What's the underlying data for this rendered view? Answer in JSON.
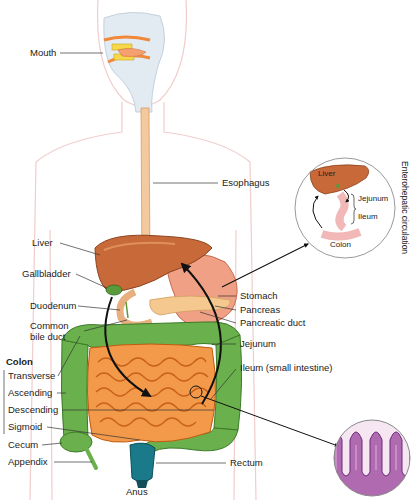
{
  "diagram": {
    "nodes": [
      {
        "text": [
          "Enterohepatic circulation",
          "Liver",
          "Jejunum",
          "Ileum",
          "Colon"
        ]
      }
    ],
    "labels": [
      "Mouth",
      "Esophagus",
      "Liver",
      "Gallbladder",
      "Duodenum",
      "Common bile duct",
      "Colon",
      "Transverse",
      "Ascending",
      "Descending",
      "Sigmoid",
      "Cecum",
      "Appendix",
      "Stomach",
      "Pancreas",
      "Pancreatic duct",
      "Jejunum",
      "Ileum (small intestine)",
      "Rectum",
      "Anus"
    ]
  }
}
